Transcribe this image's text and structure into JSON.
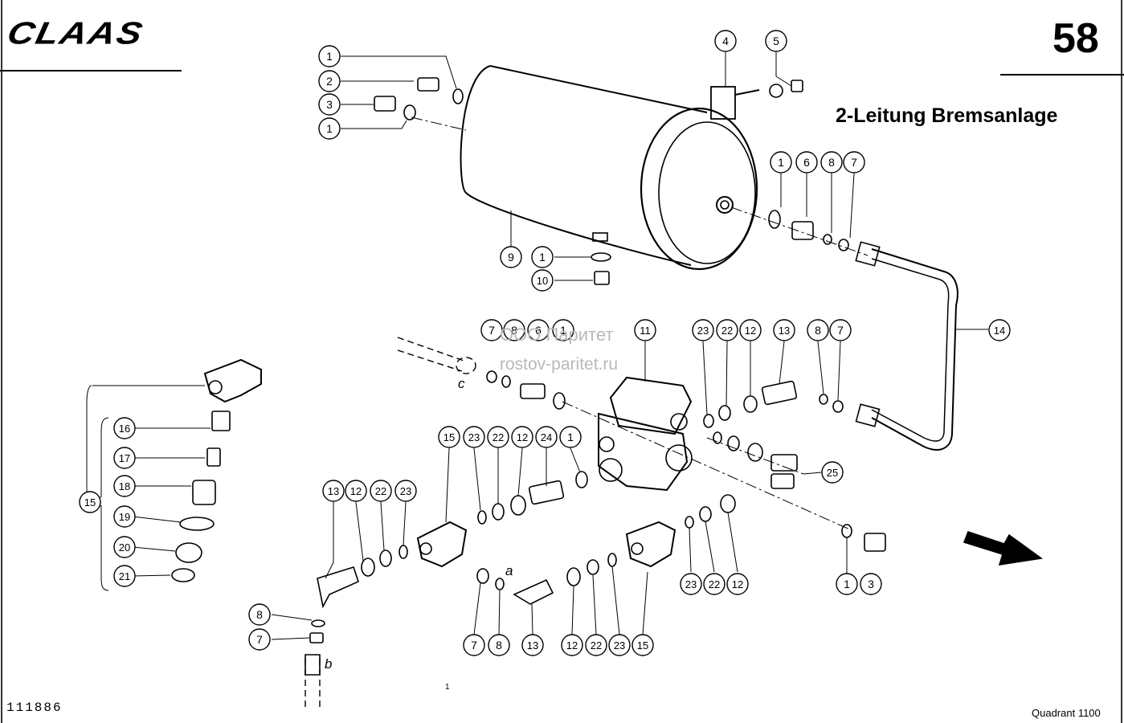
{
  "header": {
    "brand": "CLAAS",
    "page_number": "58",
    "title": "2-Leitung Bremsanlage"
  },
  "footer": {
    "drawing_number": "111886",
    "model": "Quadrant 1100",
    "small_mark": "1"
  },
  "watermark": {
    "company": "ООО Паритет",
    "site": "rostov-paritet.ru"
  },
  "callouts": [
    "1",
    "2",
    "3",
    "1",
    "4",
    "5",
    "1",
    "6",
    "8",
    "7",
    "9",
    "1",
    "10",
    "14",
    "7",
    "8",
    "6",
    "1",
    "11",
    "23",
    "22",
    "12",
    "13",
    "8",
    "7",
    "15",
    "16",
    "17",
    "18",
    "19",
    "20",
    "21",
    "15",
    "23",
    "22",
    "12",
    "24",
    "1",
    "13",
    "12",
    "22",
    "23",
    "25",
    "8",
    "7",
    "7",
    "8",
    "13",
    "12",
    "22",
    "23",
    "15",
    "23",
    "22",
    "12",
    "1",
    "3"
  ],
  "letters": [
    "c",
    "a",
    "b"
  ],
  "colors": {
    "ink": "#000000",
    "watermark": "#b9b9b9",
    "paper": "#ffffff"
  }
}
